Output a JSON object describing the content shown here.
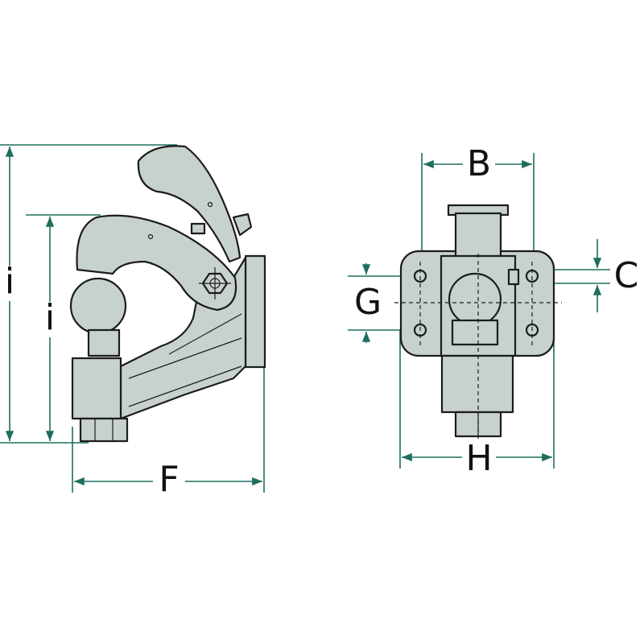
{
  "diagram": {
    "side_view": {
      "labels": {
        "height_outer": "i",
        "height_inner": "i",
        "length": "F"
      }
    },
    "front_view": {
      "labels": {
        "width_top": "B",
        "hole_dia": "C",
        "hole_spacing": "G",
        "width_bottom": "H"
      }
    },
    "colors": {
      "dimension_line": "#1e6e5e",
      "part_fill": "#c8d2cd",
      "outline": "#1c1c1c"
    }
  }
}
